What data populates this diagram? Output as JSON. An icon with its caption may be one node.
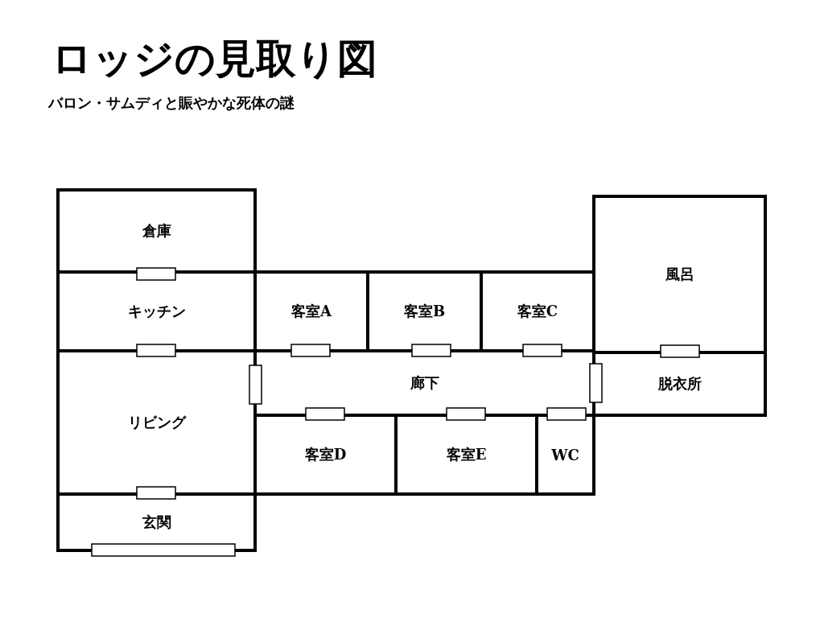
{
  "diagram": {
    "title": "ロッジの見取り図",
    "nodes": [
      {
        "text": [
          "倉庫"
        ]
      },
      {
        "text": [
          "キッチン"
        ]
      },
      {
        "text": [
          "客室A"
        ]
      },
      {
        "text": [
          "客室B"
        ]
      },
      {
        "text": [
          "客室C"
        ]
      },
      {
        "text": [
          "風呂"
        ]
      },
      {
        "text": [
          "廊下"
        ]
      },
      {
        "text": [
          "脱衣所"
        ]
      },
      {
        "text": [
          "リビング"
        ]
      },
      {
        "text": [
          "客室D"
        ]
      },
      {
        "text": [
          "客室E"
        ]
      },
      {
        "text": [
          "WC"
        ]
      },
      {
        "text": [
          "玄関"
        ]
      }
    ],
    "labels": [
      "バロン・サムディと賑やかな死体の謎"
    ]
  }
}
